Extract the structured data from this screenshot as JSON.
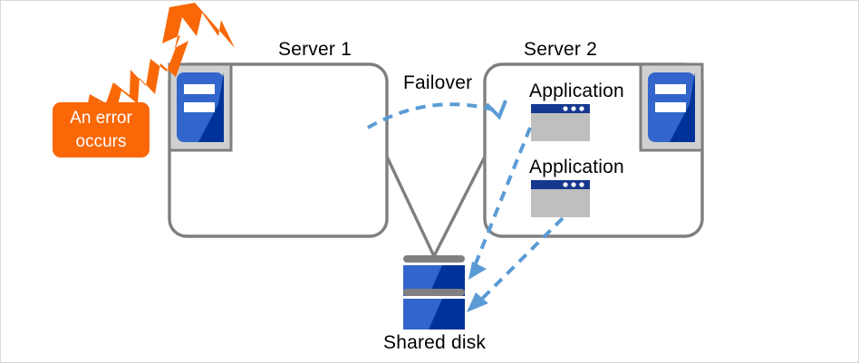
{
  "diagram": {
    "title_server1": "Server 1",
    "title_server2": "Server 2",
    "label_failover": "Failover",
    "label_shared_disk": "Shared disk",
    "error_line1": "An error",
    "error_line2": "occurs",
    "applications": [
      {
        "label": "Application"
      },
      {
        "label": "Application"
      }
    ],
    "colors": {
      "accent_orange": "#f96706",
      "server_blue_light": "#3366cc",
      "server_blue_dark": "#003399",
      "titlebar_blue": "#16388f",
      "arrow_blue": "#5b9bd5",
      "outline_gray": "#7f7f7f",
      "icon_frame_gray": "#d0d0d0",
      "window_body_gray": "#bfbfbf",
      "disk_bar_gray": "#808080",
      "page_border": "#d9d9d9"
    }
  }
}
